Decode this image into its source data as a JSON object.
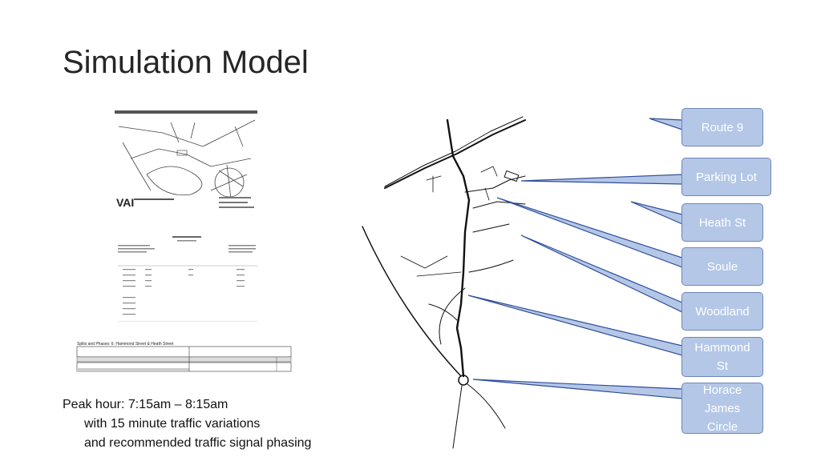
{
  "slide": {
    "title": "Simulation Model",
    "footer": {
      "line1": "Peak hour: 7:15am – 8:15am",
      "line2": "with 15 minute traffic variations",
      "line3": "and recommended traffic signal phasing"
    }
  },
  "callouts": [
    {
      "label": "Route 9"
    },
    {
      "label": "Parking Lot"
    },
    {
      "label": "Heath St"
    },
    {
      "label": "Soule"
    },
    {
      "label": "Woodland"
    },
    {
      "label": "Hammond St"
    },
    {
      "label": "Horace James Circle"
    }
  ],
  "thumbnails": {
    "phasing_title": "Splits and Phases:   6: Hammond Street & Heath Street"
  },
  "colors": {
    "callout_fill": "#b4c7e7",
    "callout_border": "#6e86b8",
    "callout_line": "#2f4e99"
  }
}
